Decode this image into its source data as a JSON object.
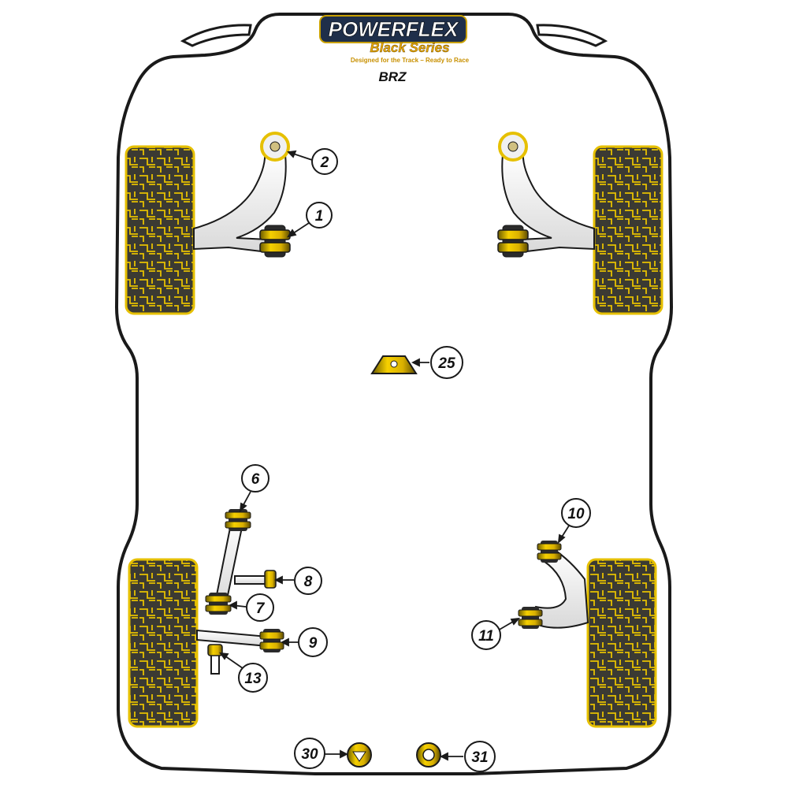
{
  "brand": {
    "name": "POWERFLEX",
    "series": "Black Series",
    "tagline": "Designed for the Track – Ready to Race"
  },
  "model": "BRZ",
  "callouts": [
    {
      "label": "2"
    },
    {
      "label": "1"
    },
    {
      "label": "25"
    },
    {
      "label": "6"
    },
    {
      "label": "8"
    },
    {
      "label": "7"
    },
    {
      "label": "9"
    },
    {
      "label": "13"
    },
    {
      "label": "10"
    },
    {
      "label": "11"
    },
    {
      "label": "30"
    },
    {
      "label": "31"
    }
  ],
  "colors": {
    "outline": "#1a1a1a",
    "body": "#ffffff",
    "bush_yellow": "#f2c200",
    "bush_dark": "#2b2b2b",
    "arm_fill": "#f2f2f2",
    "tyre_dark": "#3a3a33",
    "tyre_yellow": "#e8c200"
  }
}
